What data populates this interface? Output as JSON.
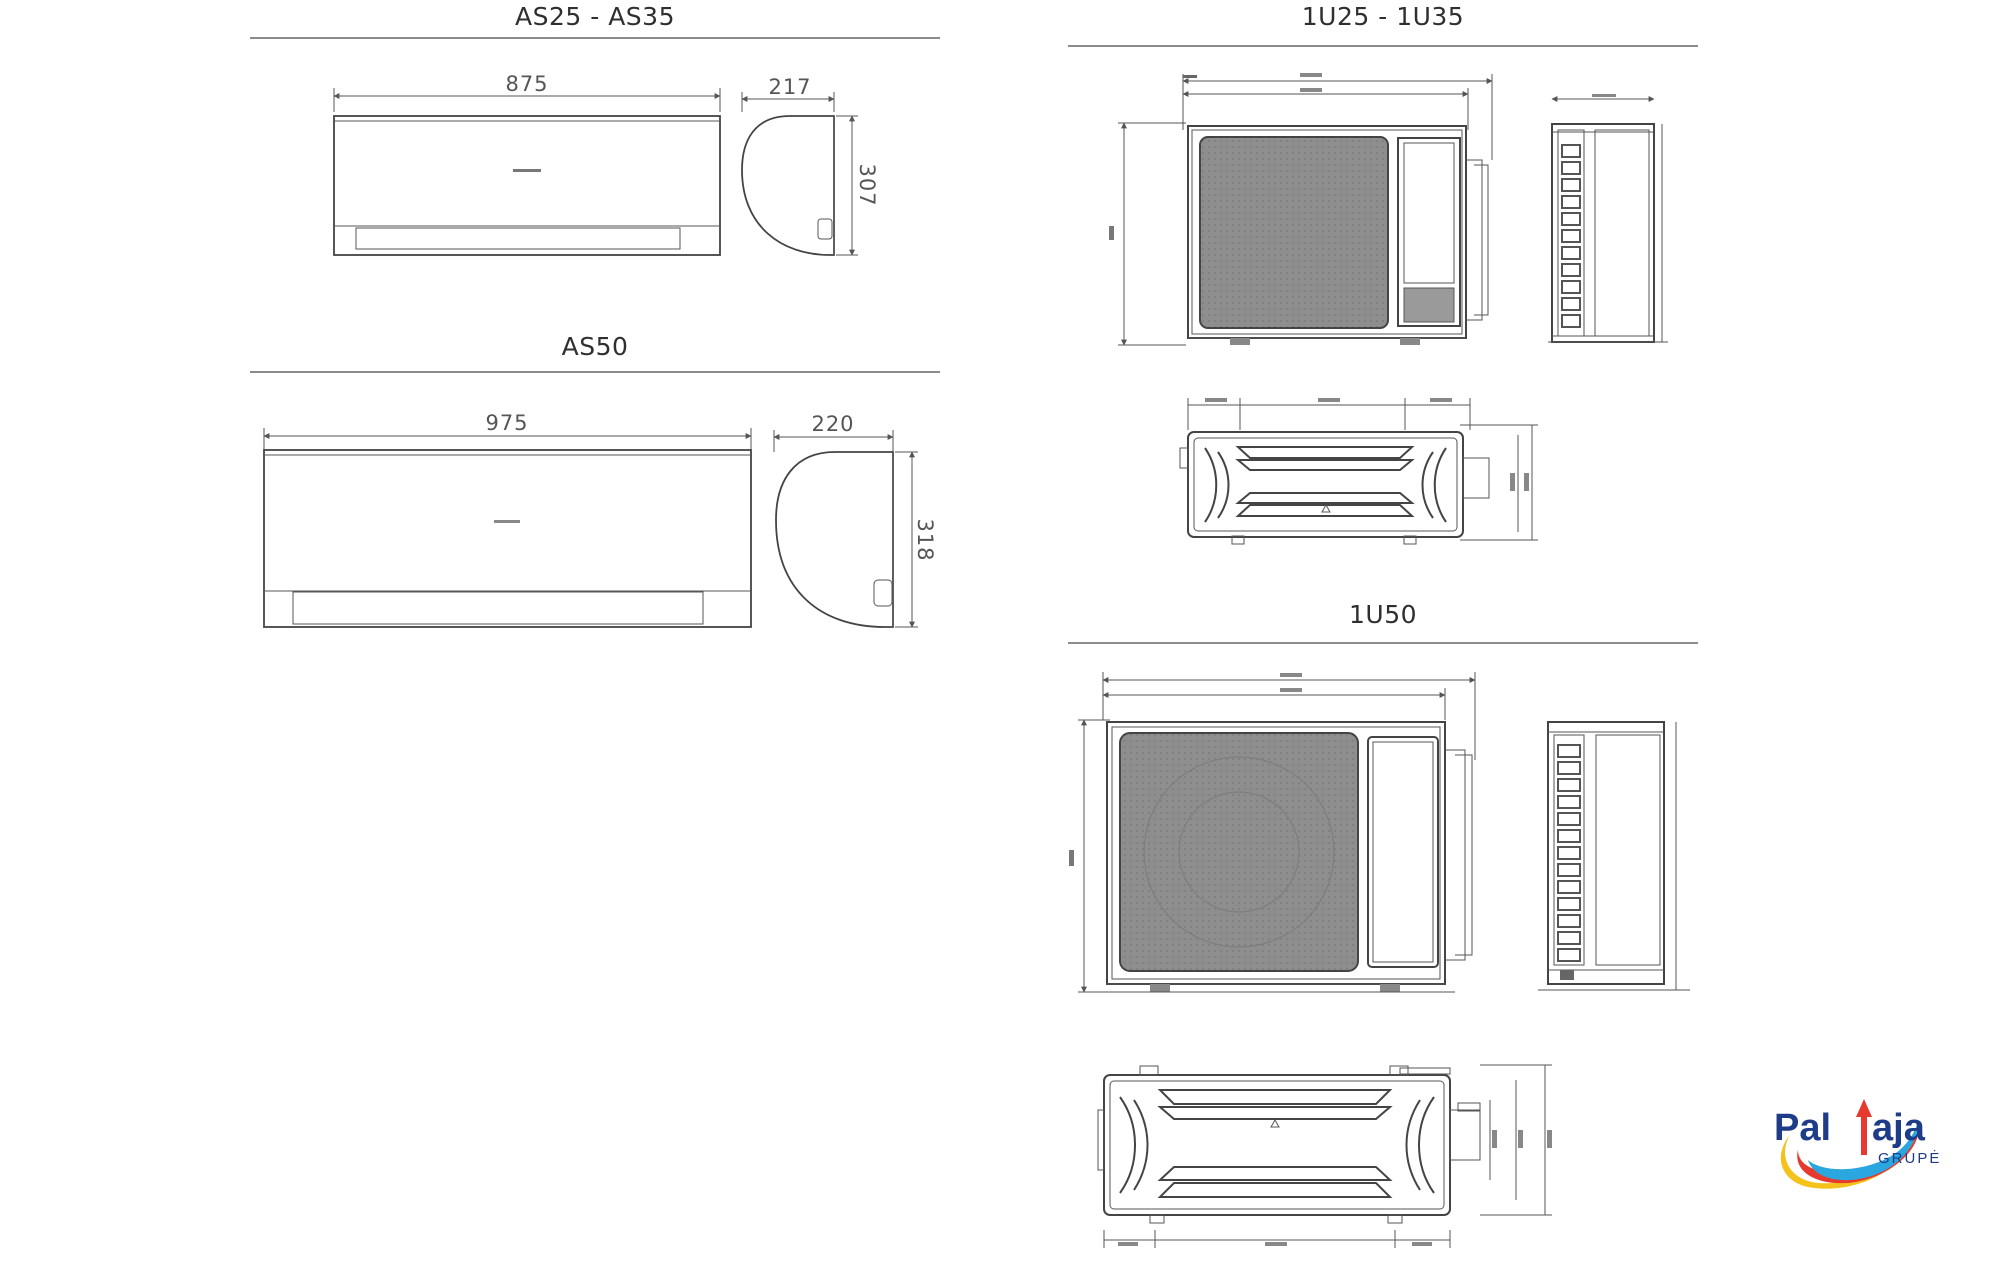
{
  "indoor_small": {
    "title": "AS25 - AS35",
    "width": "875",
    "depth": "217",
    "height": "307"
  },
  "indoor_large": {
    "title": "AS50",
    "width": "975",
    "depth": "220",
    "height": "318"
  },
  "outdoor_small": {
    "title": "1U25 - 1U35"
  },
  "outdoor_large": {
    "title": "1U50"
  },
  "logo": {
    "brand_left": "Pal",
    "brand_right": "aja",
    "sub": "GRUPĖ",
    "colors": {
      "blue": "#1f3c88",
      "red": "#e63a2e",
      "yellow": "#f4c21a",
      "cyan": "#2aa7df"
    }
  }
}
